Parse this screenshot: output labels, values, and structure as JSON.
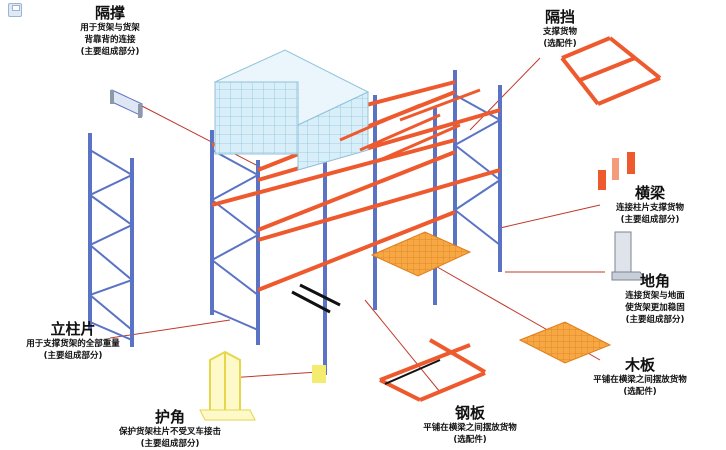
{
  "components": {
    "spacer": {
      "title": "隔撑",
      "desc": [
        "用于货架与货架",
        "背靠背的连接",
        "(主要组成部分)"
      ]
    },
    "divider": {
      "title": "隔挡",
      "desc": [
        "支撑货物",
        "(选配件)"
      ]
    },
    "beam": {
      "title": "横梁",
      "desc": [
        "连接柱片支撑货物",
        "(主要组成部分)"
      ]
    },
    "foot": {
      "title": "地角",
      "desc": [
        "连接货架与地面",
        "使货架更加稳固",
        "(主要组成部分)"
      ]
    },
    "upright": {
      "title": "立柱片",
      "desc": [
        "用于支撑货架的全部重量",
        "(主要组成部分)"
      ]
    },
    "wood_board": {
      "title": "木板",
      "desc": [
        "平铺在横梁之间摆放货物",
        "(选配件)"
      ]
    },
    "steel_board": {
      "title": "钢板",
      "desc": [
        "平铺在横梁之间摆放货物",
        "(选配件)"
      ]
    },
    "guard": {
      "title": "护角",
      "desc": [
        "保护货架柱片不受叉车接击",
        "(主要组成部分)"
      ]
    }
  },
  "colors": {
    "upright": "#5b73c4",
    "beam": "#ee5a2e",
    "board": "#f2a23a",
    "guard": "#f4ec6e",
    "leader": "#c0392b",
    "pallet": "#c9e6f4"
  }
}
